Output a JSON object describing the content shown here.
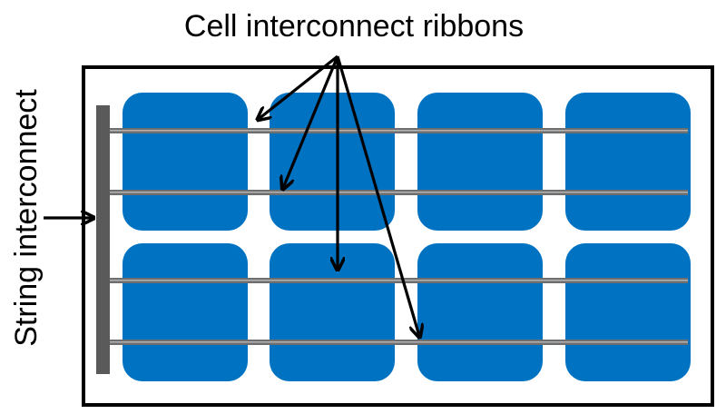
{
  "labels": {
    "top": "Cell interconnect ribbons",
    "side": "String interconnect"
  },
  "cells": {
    "rows": 2,
    "columns": 4
  },
  "ribbons_per_row": 2,
  "colors": {
    "cell": "#0072C2",
    "ribbon": "#6E6E6E",
    "ribbon_highlight": "#B4B4B4",
    "string_bar": "#5A5A5A",
    "frame": "#000000",
    "arrow": "#000000"
  }
}
